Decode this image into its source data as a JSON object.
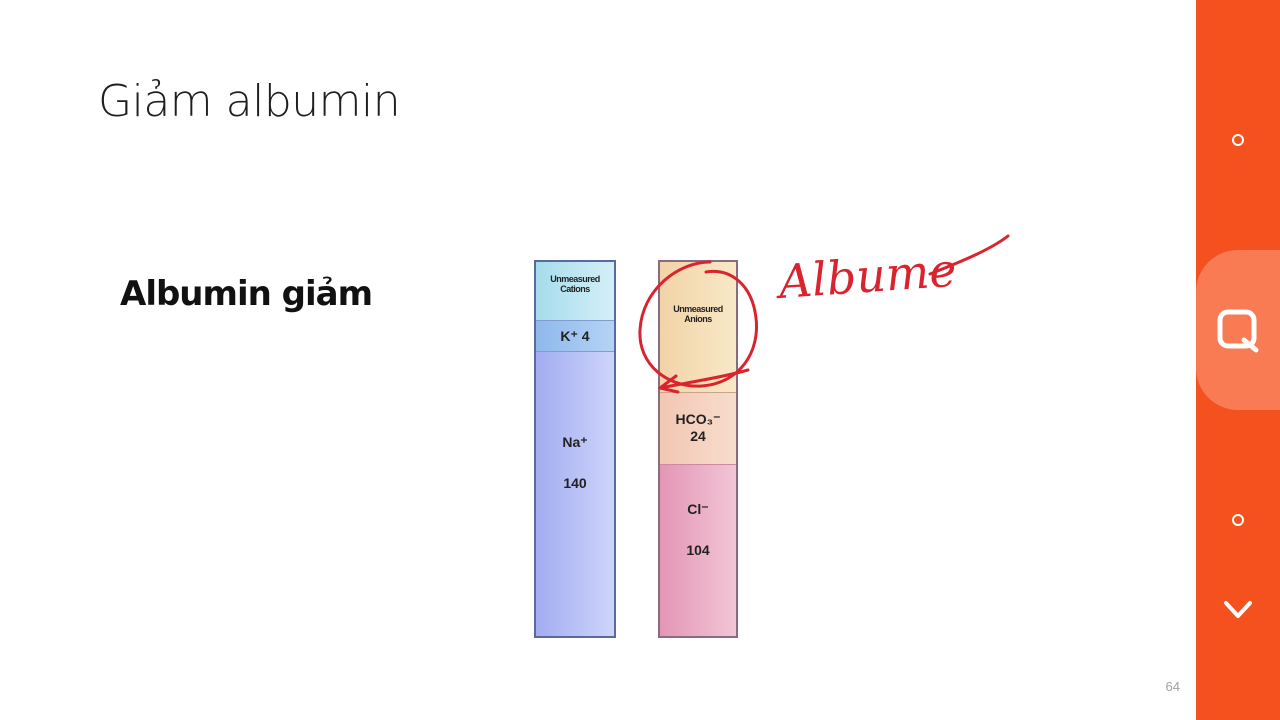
{
  "slide": {
    "title": "Giảm albumin",
    "subtitle": "Albumin giảm",
    "page_number": "64",
    "cations_column": {
      "unmeasured_label": "Unmeasured Cations",
      "potassium_label": "K⁺ 4",
      "sodium_label": "Na⁺",
      "sodium_value": "140"
    },
    "anions_column": {
      "unmeasured_label": "Unmeasured Anions",
      "bicarbonate_label": "HCO₃⁻",
      "bicarbonate_value": "24",
      "chloride_label": "Cl⁻",
      "chloride_value": "104"
    },
    "annotation": {
      "handwriting": "Albume",
      "ink_color": "#d9232e"
    }
  },
  "side_bar": {
    "accent_color": "#f4511e",
    "buttons": [
      {
        "icon": "circle-icon"
      },
      {
        "icon": "search-icon"
      },
      {
        "icon": "circle-icon"
      },
      {
        "icon": "chevron-down-icon"
      }
    ]
  }
}
